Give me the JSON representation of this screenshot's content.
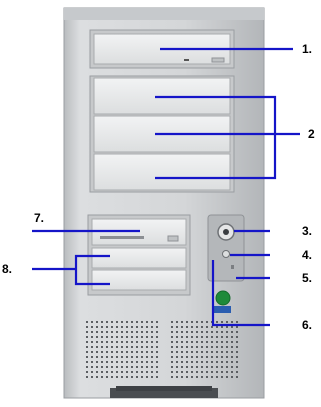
{
  "diagram": {
    "callouts": [
      {
        "id": "c1",
        "text": "1."
      },
      {
        "id": "c2",
        "text": "2"
      },
      {
        "id": "c3",
        "text": "3."
      },
      {
        "id": "c4",
        "text": "4."
      },
      {
        "id": "c5",
        "text": "5."
      },
      {
        "id": "c6r",
        "text": "6."
      },
      {
        "id": "c7",
        "text": "7."
      },
      {
        "id": "c8",
        "text": "8."
      }
    ],
    "colors": {
      "leader": "#1515c8",
      "case": "#d2d4d6",
      "bay": "#e7e8e9",
      "power_led": "#1e8a3a"
    }
  }
}
